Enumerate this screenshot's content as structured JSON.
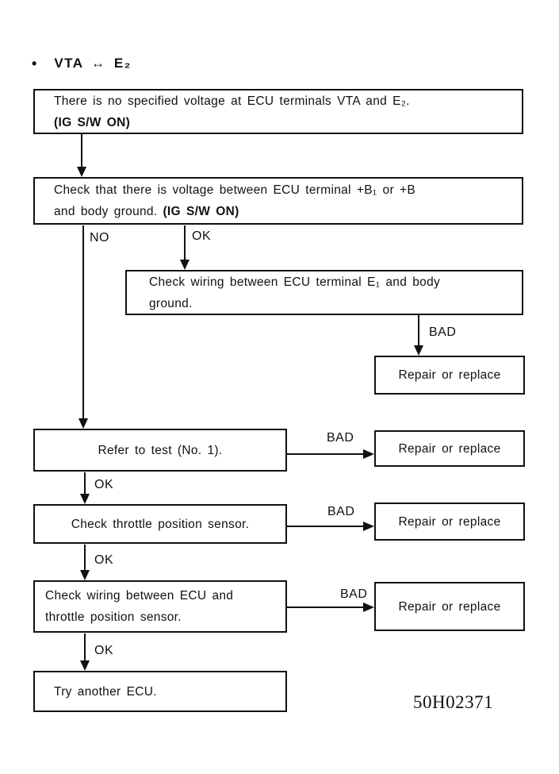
{
  "title": {
    "bullet": "•",
    "text": "VTA ↔ E₂"
  },
  "figure_code": "50H02371",
  "colors": {
    "ink": "#111111",
    "paper": "#ffffff"
  },
  "boxes": {
    "no_specified_voltage": {
      "line1": "There is no specified voltage at ECU terminals VTA and E₂.",
      "line2_bold": "(IG S/W ON)"
    },
    "check_voltage_b": {
      "line1": "Check that there is voltage between ECU terminal +B₁ or +B",
      "line2": "and body ground.",
      "line2_bold": "(IG S/W ON)"
    },
    "check_wiring_e1": {
      "line1": "Check wiring between ECU terminal E₁ and body",
      "line2": "ground."
    },
    "repair_e1": "Repair or replace",
    "refer_to_test": "Refer to test (No. 1).",
    "repair_test": "Repair or replace",
    "check_throttle_sensor": "Check throttle position sensor.",
    "repair_sensor": "Repair or replace",
    "check_wiring_sensor": {
      "line1": "Check wiring between ECU and",
      "line2": "throttle position sensor."
    },
    "repair_wiring": "Repair or replace",
    "try_another_ecu": "Try another ECU."
  },
  "edge_labels": {
    "no": "NO",
    "ok_voltage": "OK",
    "bad_e1": "BAD",
    "bad_test": "BAD",
    "ok_test": "OK",
    "bad_sensor": "BAD",
    "ok_sensor": "OK",
    "bad_wiring": "BAD",
    "ok_wiring": "OK"
  }
}
